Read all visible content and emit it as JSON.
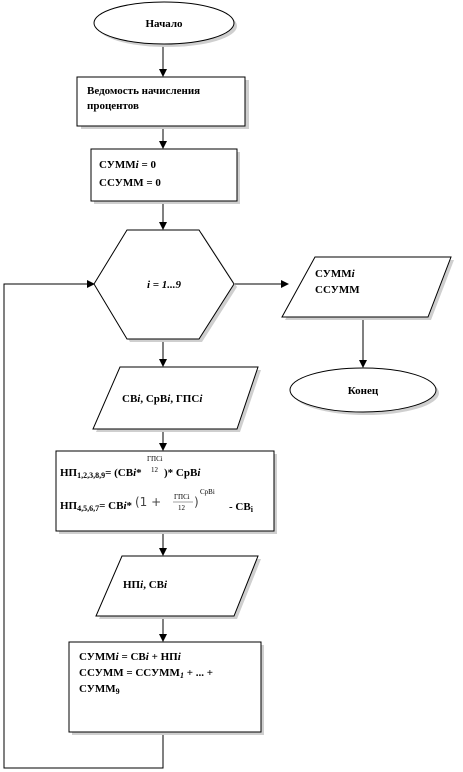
{
  "start": "Начало",
  "step_title_line1": "Ведомость начисления",
  "step_title_line2": "процентов",
  "init_line1_a": "СУММ",
  "init_line1_sub": "i",
  "init_line1_b": " = 0",
  "init_line2": "ССУММ = 0",
  "loop_i": "i",
  "loop_range": " = 1...9",
  "output_line1_a": "СУММ",
  "output_line1_sub": "i",
  "output_line2": "ССУММ",
  "end": "Конец",
  "input_sv": "СВ",
  "input_srv": "СрВ",
  "input_gps": "ГПС",
  "input_sub": "i",
  "input_sep": ", ",
  "f1_name": "НП",
  "f1_sub": "1,2,3,8,9",
  "f1_eq": "= (СВ",
  "f1_mid": "* ",
  "f1_gps": "ГПСi",
  "f1_12": "12",
  "f1_tail": ")* СрВ",
  "f2_name": "НП",
  "f2_sub": "4,5,6,7",
  "f2_eq": "= СВ",
  "f2_star": "*",
  "f2_one": "(1 +",
  "f2_gps": "ГПСi",
  "f2_12": "12",
  "f2_close": ")",
  "f2_exp": "СрВi",
  "f2_minus": "- СВ",
  "out2_np": "НП",
  "out2_sv": "СВ",
  "sum_line1_a": "СУММ",
  "sum_line1_b": " = СВ",
  "sum_line1_c": " + НП",
  "sum_line2_a": "ССУММ = ССУММ",
  "sum_line2_sub": "1",
  "sum_line2_b": " + ... +",
  "sum_line3": "СУММ",
  "sum_line3_sub": "9"
}
